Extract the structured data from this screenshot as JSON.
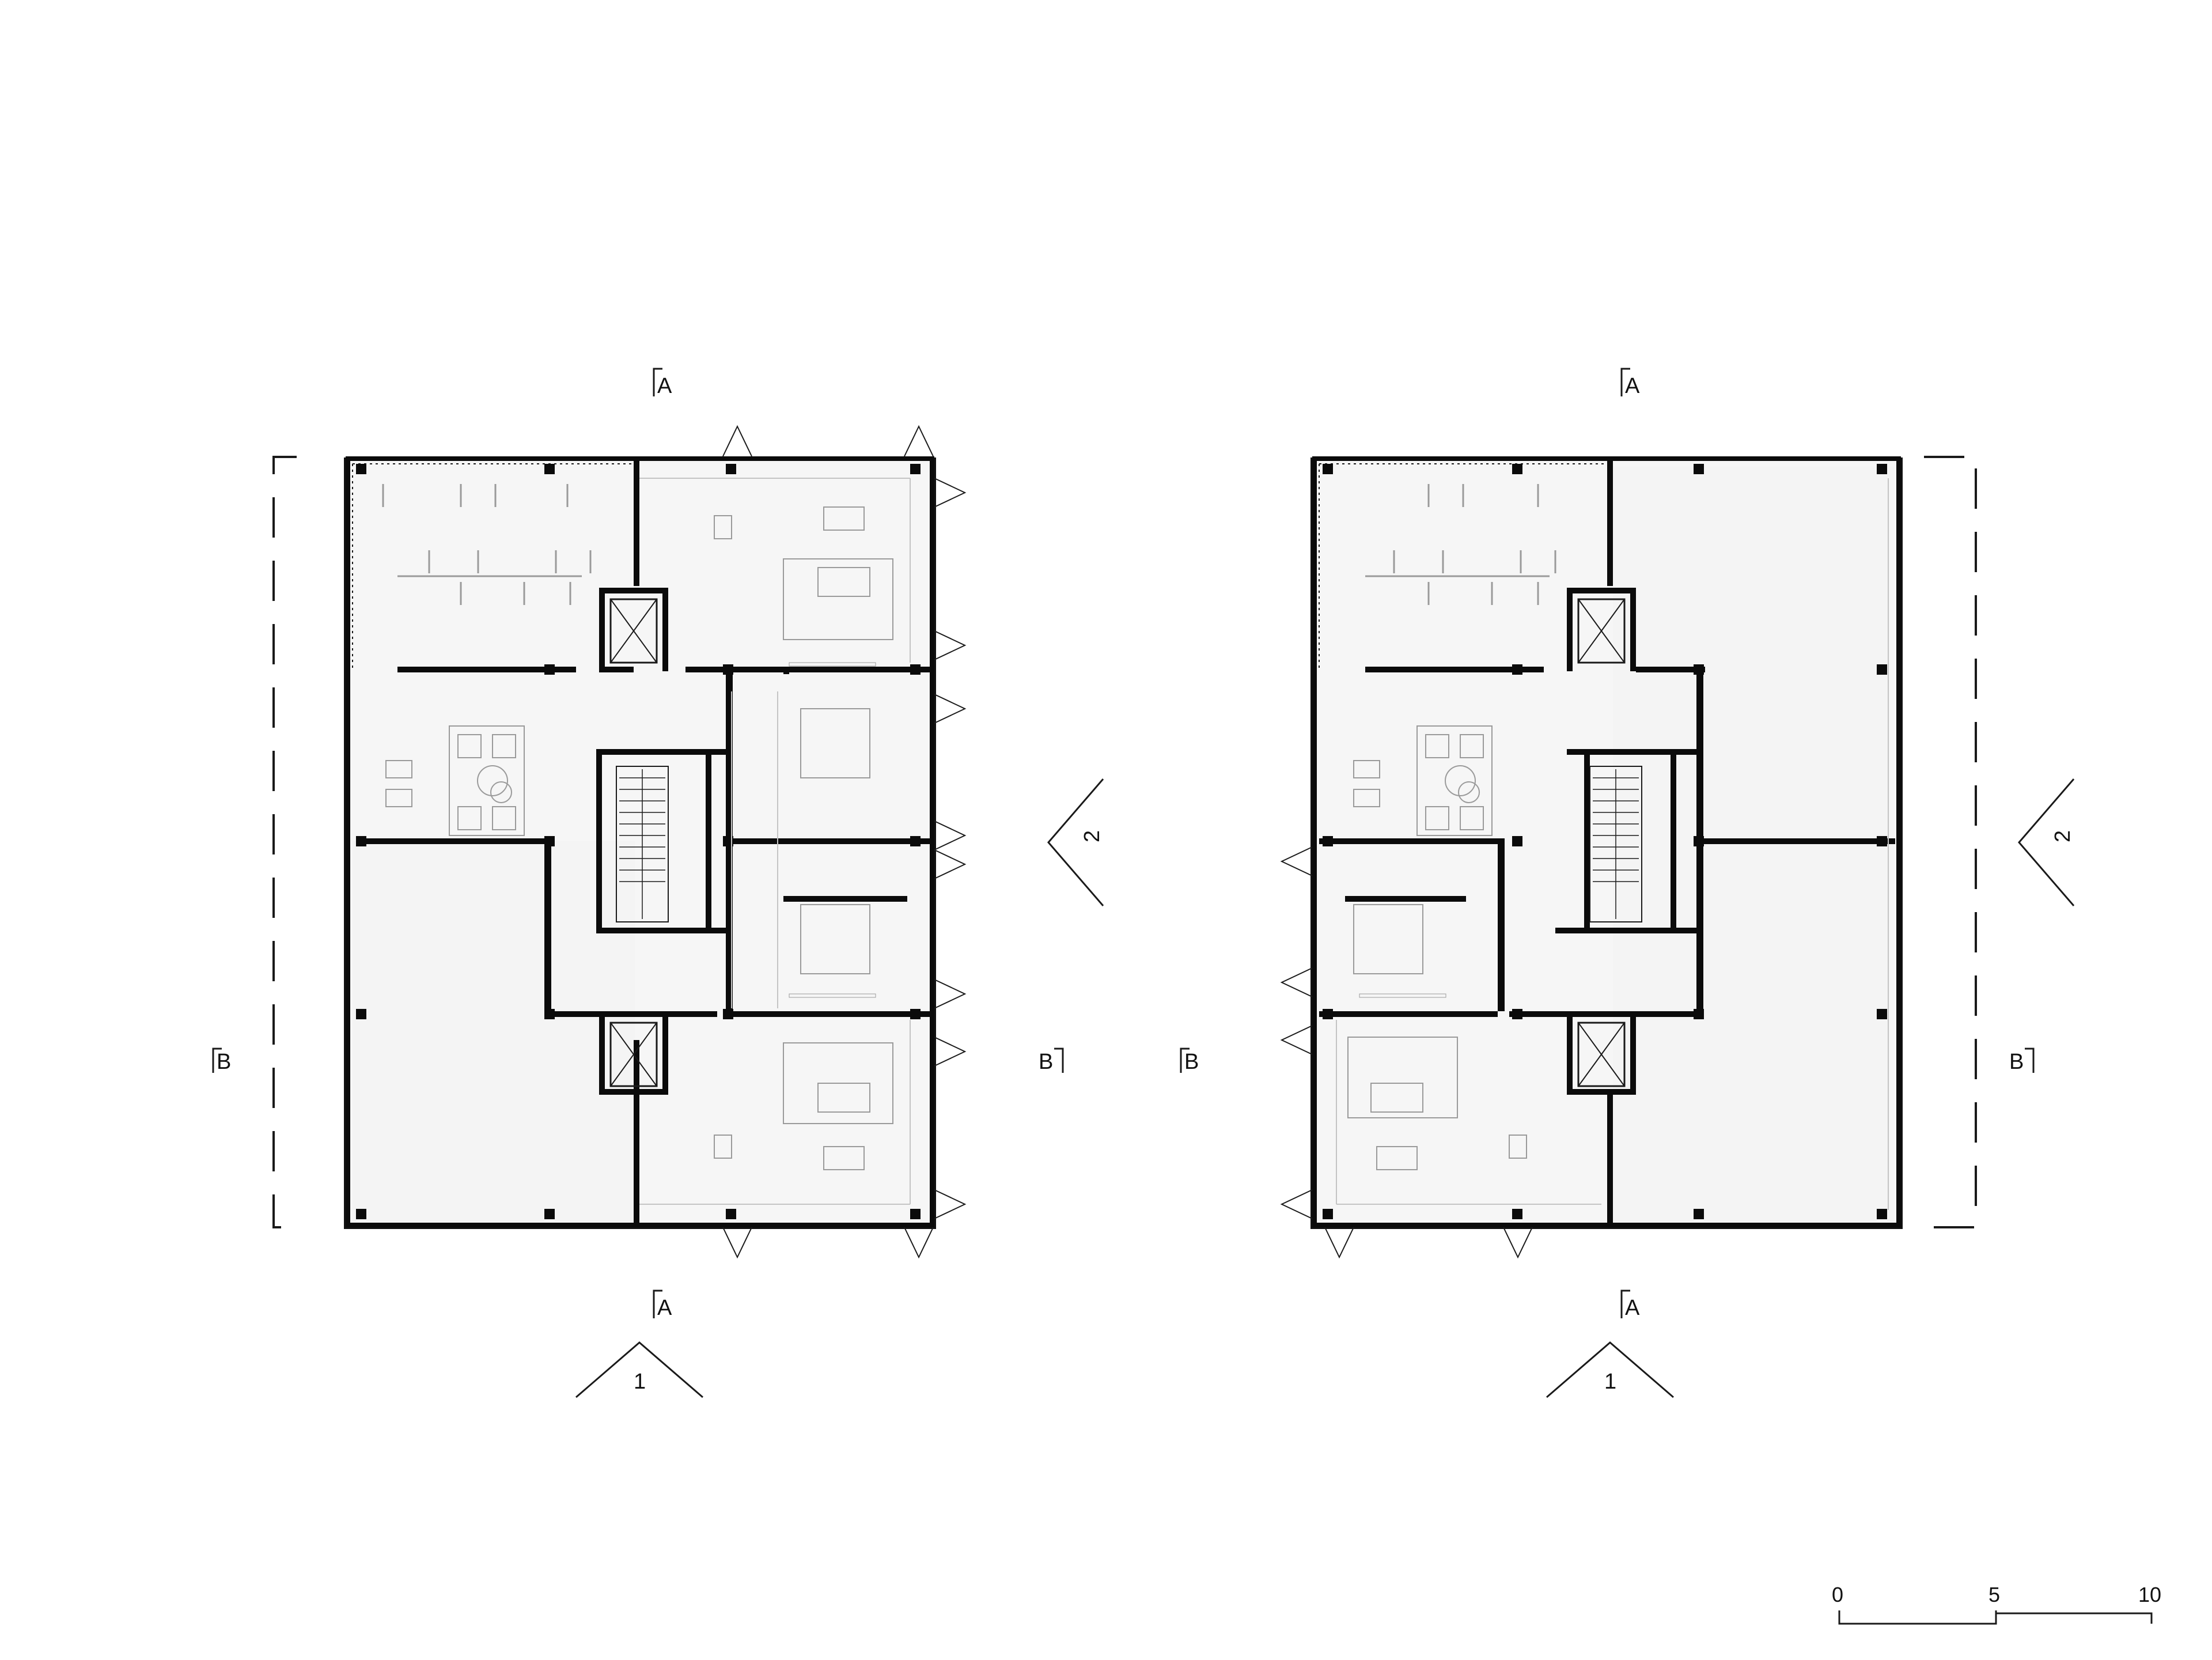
{
  "section_marks": {
    "section_a": "A",
    "section_b": "B"
  },
  "elevation_marks": {
    "elevation_1": "1",
    "elevation_2": "2"
  },
  "scale_bar": {
    "ticks": [
      "0",
      "5",
      "10"
    ]
  },
  "colors": {
    "ink": "#0b0b0b",
    "floor_fill": "#f4f4f4",
    "furniture": "#9a9a9a",
    "background": "#ffffff"
  }
}
